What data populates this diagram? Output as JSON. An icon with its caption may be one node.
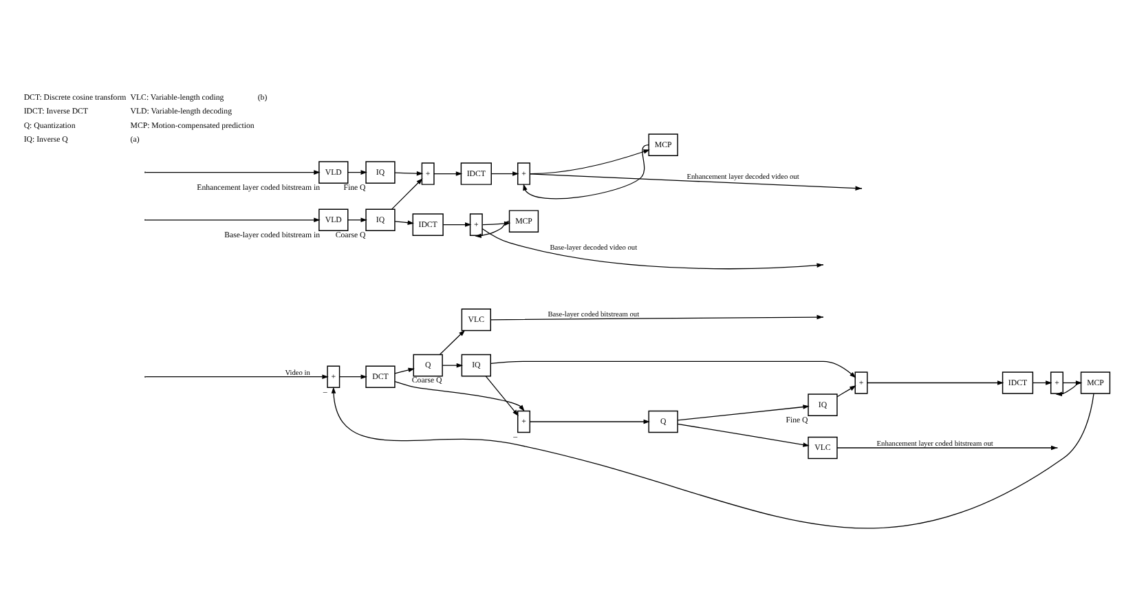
{
  "diagram": {
    "nodes": [
      {
        "text": [
          "+"
        ],
        "beside": [
          "–"
        ]
      },
      {
        "text": [
          "DCT"
        ]
      },
      {
        "text": [
          "Q"
        ],
        "beside": [
          "Coarse Q"
        ]
      },
      {
        "text": [
          "VLC"
        ]
      },
      {
        "text": [
          "IQ"
        ]
      },
      {
        "text": [
          "+"
        ],
        "beside": [
          "–"
        ]
      },
      {
        "text": [
          "Q"
        ]
      },
      {
        "text": [
          "VLC"
        ]
      },
      {
        "text": [
          "IQ"
        ],
        "beside": [
          "Fine Q"
        ]
      },
      {
        "text": [
          "+"
        ]
      },
      {
        "text": [
          "IDCT"
        ]
      },
      {
        "text": [
          "+"
        ]
      },
      {
        "text": [
          "MCP"
        ]
      },
      {
        "text": [
          "VLD"
        ],
        "beside": [
          "Base-layer coded bitstream in"
        ]
      },
      {
        "text": [
          "IQ"
        ],
        "beside": [
          "Coarse Q"
        ]
      },
      {
        "text": [
          "IDCT"
        ]
      },
      {
        "text": [
          "+"
        ]
      },
      {
        "text": [
          "MCP"
        ]
      },
      {
        "text": [
          "VLD"
        ],
        "beside": [
          "Enhancement layer coded bitstream in"
        ]
      },
      {
        "text": [
          "IQ"
        ],
        "beside": [
          "Fine Q"
        ]
      },
      {
        "text": [
          "+"
        ]
      },
      {
        "text": [
          "IDCT"
        ]
      },
      {
        "text": [
          "+"
        ]
      },
      {
        "text": [
          "MCP"
        ]
      }
    ],
    "edges": [
      {
        "from": null,
        "to": 0,
        "arrow": "to",
        "label": "Video in"
      },
      {
        "from": 0,
        "to": 1,
        "arrow": "to"
      },
      {
        "from": 1,
        "to": 2,
        "arrow": "to"
      },
      {
        "from": 1,
        "to": 5,
        "arrow": "to"
      },
      {
        "from": 2,
        "to": 3,
        "arrow": "to"
      },
      {
        "from": 3,
        "to": null,
        "arrow": "to",
        "label": "Base-layer coded bitstream out"
      },
      {
        "from": 2,
        "to": 4,
        "arrow": "to"
      },
      {
        "from": 4,
        "to": 5,
        "arrow": "to"
      },
      {
        "from": 4,
        "to": 9,
        "arrow": "to"
      },
      {
        "from": 5,
        "to": 6,
        "arrow": "to"
      },
      {
        "from": 6,
        "to": 7,
        "arrow": "to"
      },
      {
        "from": 7,
        "to": null,
        "arrow": "to",
        "label": "Enhancement layer coded bitstream out"
      },
      {
        "from": 6,
        "to": 8,
        "arrow": "to"
      },
      {
        "from": 8,
        "to": 9,
        "arrow": "to"
      },
      {
        "from": 9,
        "to": 10,
        "arrow": "to"
      },
      {
        "from": 10,
        "to": 11,
        "arrow": "to"
      },
      {
        "from": 11,
        "to": 12,
        "arrow": "to"
      },
      {
        "from": 12,
        "to": 0,
        "arrow": "to"
      },
      {
        "from": 12,
        "to": 11,
        "arrow": "to"
      },
      {
        "from": null,
        "to": 13,
        "arrow": "to"
      },
      {
        "from": 13,
        "to": 14,
        "arrow": "to"
      },
      {
        "from": 14,
        "to": 15,
        "arrow": "to"
      },
      {
        "from": 14,
        "to": 20,
        "arrow": "to"
      },
      {
        "from": 15,
        "to": 16,
        "arrow": "to"
      },
      {
        "from": 16,
        "to": null,
        "arrow": "to",
        "label": "Base-layer decoded video out"
      },
      {
        "from": 16,
        "to": 17,
        "arrow": "to"
      },
      {
        "from": 17,
        "to": 16,
        "arrow": "to"
      },
      {
        "from": null,
        "to": 18,
        "arrow": "to"
      },
      {
        "from": 18,
        "to": 19,
        "arrow": "to"
      },
      {
        "from": 19,
        "to": 20,
        "arrow": "to"
      },
      {
        "from": 20,
        "to": 21,
        "arrow": "to"
      },
      {
        "from": 21,
        "to": 22,
        "arrow": "to"
      },
      {
        "from": 22,
        "to": null,
        "arrow": "to",
        "label": "Enhancement layer decoded video out"
      },
      {
        "from": 22,
        "to": 23,
        "arrow": "to"
      },
      {
        "from": 23,
        "to": 22,
        "arrow": "to"
      }
    ],
    "labels": [
      "DCT: Discrete cosine transform",
      "IDCT: Inverse DCT",
      "Q: Quantization",
      "IQ: Inverse Q",
      "VLC: Variable-length coding",
      "VLD: Variable-length decoding",
      "MCP: Motion-compensated prediction",
      "(a)",
      "(b)"
    ]
  }
}
